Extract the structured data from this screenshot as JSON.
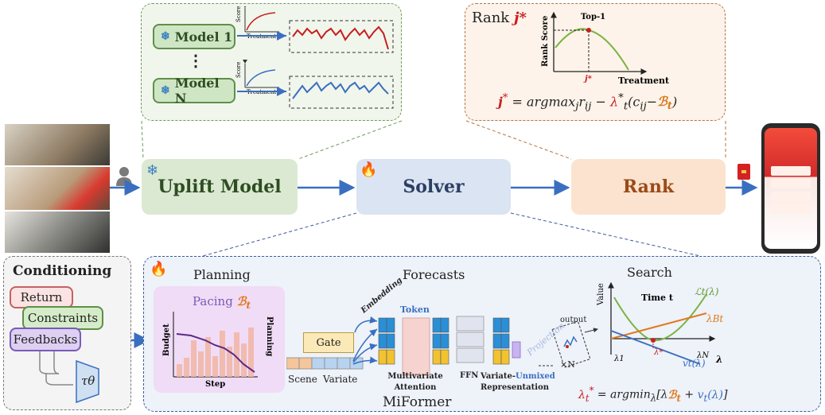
{
  "models": {
    "model_1": "Model 1",
    "model_n": "Model N",
    "ellipsis": "⋮",
    "score_label": "Score",
    "treatment_label": "Treatment"
  },
  "rank_panel": {
    "title": "Rank",
    "title_var": "j*",
    "top1": "Top-1",
    "y_axis": "Rank Score",
    "x_axis": "Treatment",
    "j_star": "j*",
    "formula": "j* = argmax_j r_ij − λ*_t(c_ij − B_t)"
  },
  "pipeline": {
    "uplift_model": "Uplift Model",
    "solver": "Solver",
    "rank": "Rank"
  },
  "conditioning": {
    "title": "Conditioning",
    "return": "Return",
    "constraints": "Constraints",
    "feedbacks": "Feedbacks",
    "tau": "τθ"
  },
  "miformer": {
    "name": "MiFormer",
    "planning": "Planning",
    "forecasts": "Forecasts",
    "search": "Search",
    "pacing": "Pacing B_t",
    "budget": "Budget",
    "planning_axis": "Planning",
    "step": "Step",
    "gate": "Gate",
    "scene": "Scene",
    "variate": "Variate",
    "embedding": "Embedding",
    "token": "Token",
    "multivariate": "Multivariate",
    "attention": "Attention",
    "ffn": "FFN",
    "variate_unmixed": "Variate-",
    "unmixed": "Unmixed",
    "representation": "Representation",
    "output": "output",
    "projection": "Projection",
    "times_n": "×N",
    "value_axis": "Value",
    "time_t": "Time t",
    "l_t": "ℒt(λ)",
    "lambda_b": "λBt",
    "v_t": "vt(λ)",
    "lambda_1": "λ1",
    "lambda_n": "λN",
    "lambda_star": "λ*",
    "lambda": "λ",
    "search_formula": "λt* = argminλ[λBt + vt(λ)]"
  },
  "colors": {
    "green_fill": "#dbe9d2",
    "blue_fill": "#dae4f2",
    "orange_fill": "#fbe3cf",
    "accent_blue": "#3a6fc0",
    "red": "#c81e1e",
    "dark_blue_text": "#2c3e63"
  }
}
